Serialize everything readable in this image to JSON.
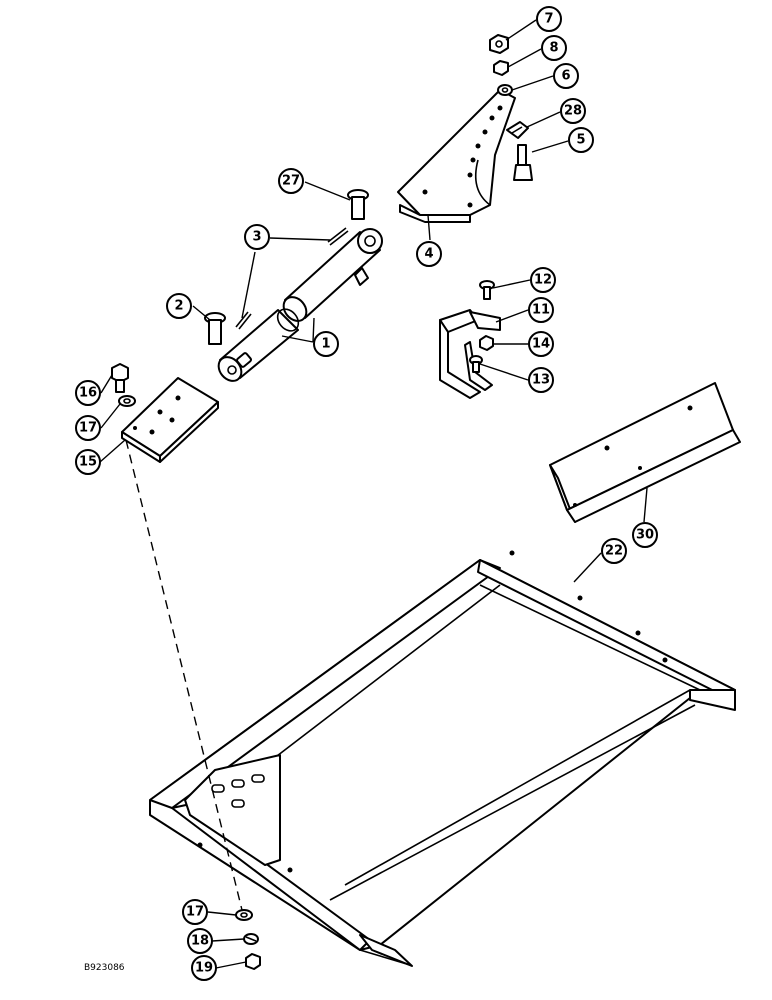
{
  "drawing_code": "B923086",
  "callouts": [
    {
      "id": "c7",
      "label": "7"
    },
    {
      "id": "c8",
      "label": "8"
    },
    {
      "id": "c6",
      "label": "6"
    },
    {
      "id": "c28",
      "label": "28"
    },
    {
      "id": "c5",
      "label": "5"
    },
    {
      "id": "c27",
      "label": "27"
    },
    {
      "id": "c3",
      "label": "3"
    },
    {
      "id": "c4",
      "label": "4"
    },
    {
      "id": "c2",
      "label": "2"
    },
    {
      "id": "c1",
      "label": "1"
    },
    {
      "id": "c12",
      "label": "12"
    },
    {
      "id": "c11",
      "label": "11"
    },
    {
      "id": "c14",
      "label": "14"
    },
    {
      "id": "c13",
      "label": "13"
    },
    {
      "id": "c16",
      "label": "16"
    },
    {
      "id": "c17a",
      "label": "17"
    },
    {
      "id": "c15",
      "label": "15"
    },
    {
      "id": "c30",
      "label": "30"
    },
    {
      "id": "c22",
      "label": "22"
    },
    {
      "id": "c17b",
      "label": "17"
    },
    {
      "id": "c18",
      "label": "18"
    },
    {
      "id": "c19",
      "label": "19"
    }
  ]
}
